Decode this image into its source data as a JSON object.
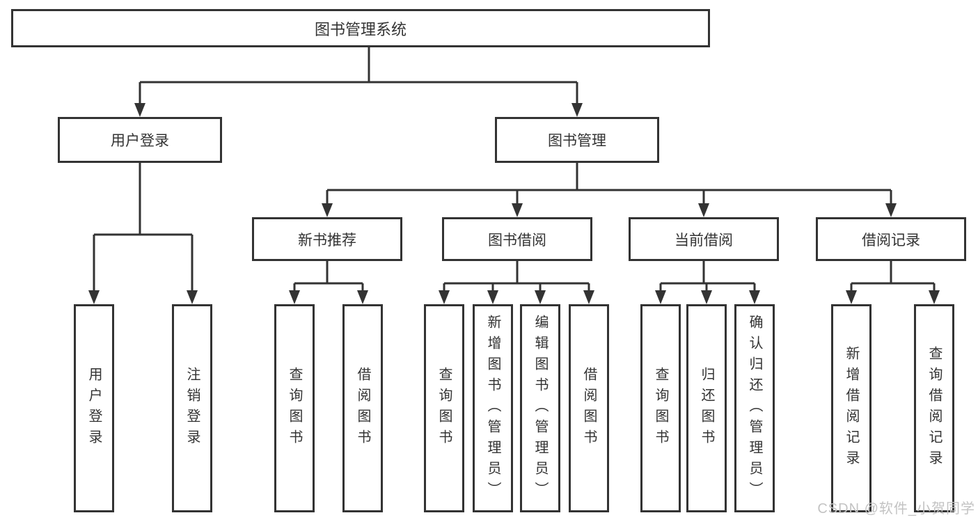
{
  "watermark": "CSDN @软件_小贺同学",
  "colors": {
    "line": "#333333",
    "text": "#333333",
    "background": "#ffffff",
    "watermark": "#c3c3c3"
  },
  "diagram": {
    "root": {
      "label": "图书管理系统"
    },
    "level2": [
      {
        "label": "用户登录"
      },
      {
        "label": "图书管理"
      }
    ],
    "level3": [
      {
        "label": "新书推荐"
      },
      {
        "label": "图书借阅"
      },
      {
        "label": "当前借阅"
      },
      {
        "label": "借阅记录"
      }
    ],
    "leaves_login": [
      {
        "label": "用户登录"
      },
      {
        "label": "注销登录"
      }
    ],
    "leaves_recommend": [
      {
        "label": "查询图书"
      },
      {
        "label": "借阅图书"
      }
    ],
    "leaves_borrow": [
      {
        "label": "查询图书"
      },
      {
        "label": "新增图书（管理员）"
      },
      {
        "label": "编辑图书（管理员）"
      },
      {
        "label": "借阅图书"
      }
    ],
    "leaves_current": [
      {
        "label": "查询图书"
      },
      {
        "label": "归还图书"
      },
      {
        "label": "确认归还（管理员）"
      }
    ],
    "leaves_records": [
      {
        "label": "新增借阅记录"
      },
      {
        "label": "查询借阅记录"
      }
    ]
  }
}
